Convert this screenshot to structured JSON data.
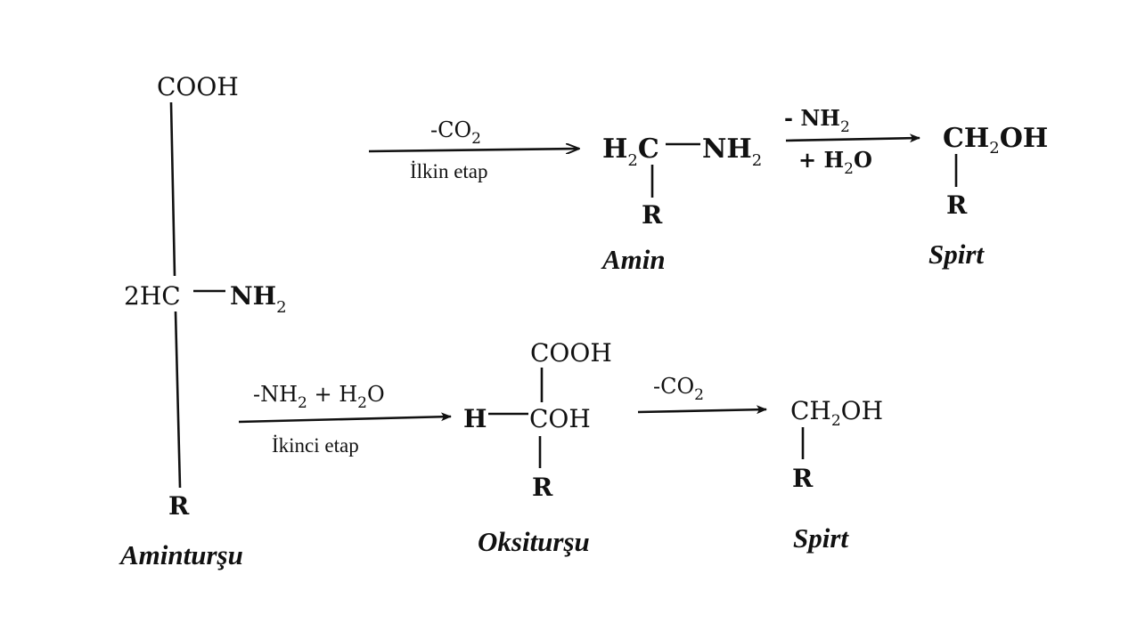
{
  "amino_acid": {
    "top_group": "COOH",
    "center_prefix": "2HC",
    "center_right": "NH",
    "center_right_sub": "2",
    "bottom_group": "R",
    "name": "Aminturşu"
  },
  "stage1": {
    "reagent_main": "-CO",
    "reagent_sub": "2",
    "label": "İlkin etap"
  },
  "amine": {
    "left_main": "H",
    "left_sub": "2",
    "left_c": "C",
    "right_main": "NH",
    "right_sub": "2",
    "bottom_group": "R",
    "name": "Amin"
  },
  "step_to_alcohol_1": {
    "top_main": "- NH",
    "top_sub": "2",
    "bottom_pre": "+ H",
    "bottom_sub": "2",
    "bottom_post": "O"
  },
  "alcohol_1": {
    "main_1": "CH",
    "sub": "2",
    "main_2": "OH",
    "bottom_group": "R",
    "name": "Spirt"
  },
  "stage2": {
    "reagent_pre": "-NH",
    "reagent_sub_1": "2",
    "reagent_mid": " + H",
    "reagent_sub_2": "2",
    "reagent_post": "O",
    "label": "İkinci etap"
  },
  "hydroxy_acid": {
    "top_group": "COOH",
    "left_group": "H",
    "center": "COH",
    "bottom_group": "R",
    "name": "Oksiturşu"
  },
  "step_to_alcohol_2": {
    "reagent_main": "-CO",
    "reagent_sub": "2"
  },
  "alcohol_2": {
    "main_1": "CH",
    "sub": "2",
    "main_2": "OH",
    "bottom_group": "R",
    "name": "Spirt"
  }
}
